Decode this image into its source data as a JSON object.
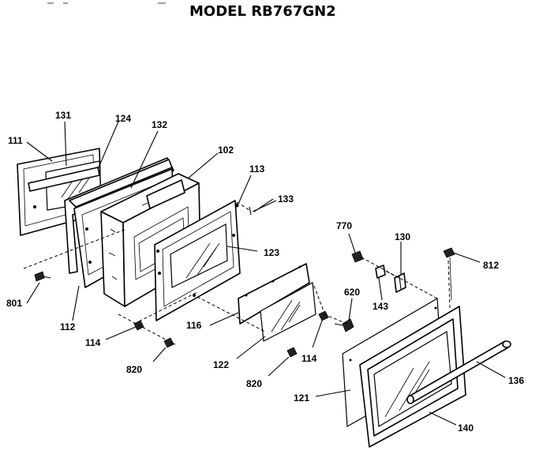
{
  "title": "MODEL RB767GN2",
  "labels": {
    "l111": "111",
    "l131": "131",
    "l124": "124",
    "l132": "132",
    "l102": "102",
    "l113": "113",
    "l133": "133",
    "l123": "123",
    "l801": "801",
    "l112": "112",
    "l114a": "114",
    "l820a": "820",
    "l116": "116",
    "l122": "122",
    "l820b": "820",
    "l114b": "114",
    "l620": "620",
    "l770": "770",
    "l130": "130",
    "l143": "143",
    "l812": "812",
    "l121": "121",
    "l136": "136",
    "l140": "140"
  }
}
